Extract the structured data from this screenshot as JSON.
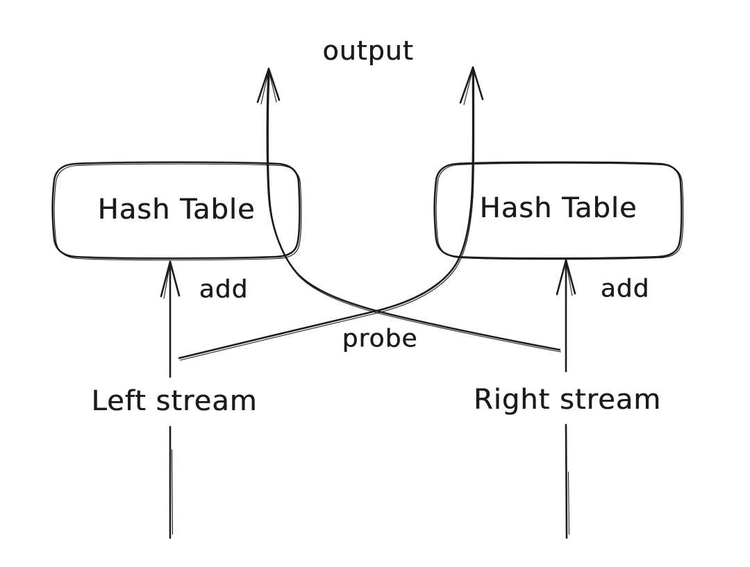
{
  "colors": {
    "background": "#ffffff",
    "ink": "#1c1c1c"
  },
  "nodes": {
    "left_table": {
      "label": "Hash Table"
    },
    "right_table": {
      "label": "Hash Table"
    }
  },
  "labels": {
    "output": "output",
    "add_left": "add",
    "add_right": "add",
    "probe": "probe",
    "left_stream": "Left stream",
    "right_stream": "Right stream"
  },
  "edges": [
    {
      "from": "left-stream",
      "to": "left-hash-table",
      "label": "add"
    },
    {
      "from": "right-stream",
      "to": "right-hash-table",
      "label": "add"
    },
    {
      "from": "left-stream",
      "via": "right-hash-table",
      "to": "output",
      "label": "probe"
    },
    {
      "from": "right-stream",
      "via": "left-hash-table",
      "to": "output",
      "label": "probe"
    }
  ]
}
